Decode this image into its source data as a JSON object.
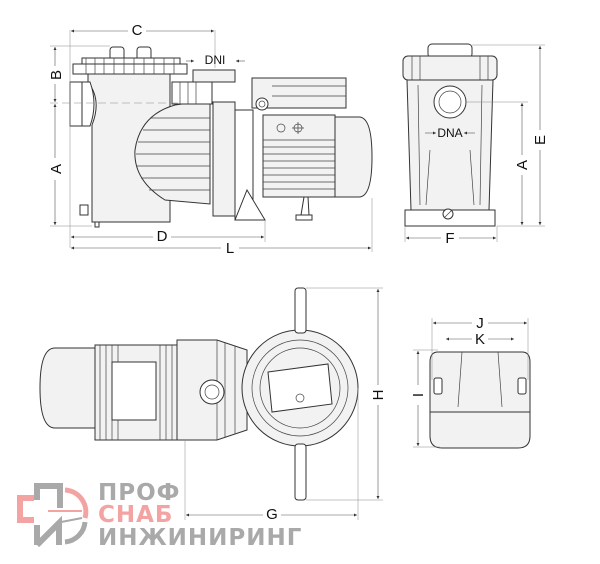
{
  "dimensions": {
    "C": "C",
    "DNI": "DNI",
    "B": "B",
    "A_side": "A",
    "D": "D",
    "L": "L",
    "DNA": "DNA",
    "E": "E",
    "A_front": "A",
    "F": "F",
    "J": "J",
    "K": "K",
    "I": "I",
    "H": "H",
    "G": "G"
  },
  "logo": {
    "line1": "ПРОФ",
    "line2": "СНАБ",
    "line3": "ИНЖИНИРИНГ",
    "gray": "#a9a9a9",
    "pink": "#f4a3a3"
  }
}
